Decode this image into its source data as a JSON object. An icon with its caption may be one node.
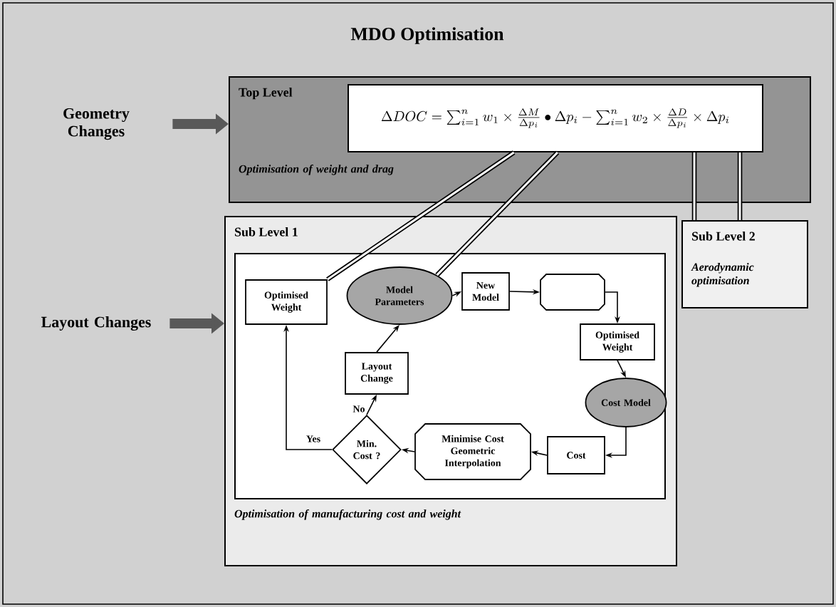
{
  "diagram": {
    "title": "MDO Optimisation",
    "nodes": [
      {
        "text": [
          "Geometry Changes"
        ]
      },
      {
        "text": [
          "Layout Changes"
        ]
      },
      {
        "text": [
          "Top Level",
          "Optimisation of weight and drag"
        ]
      },
      {
        "text": [
          "\\Delta DOC = \\sum_{i=1}^{n} w_1 \\times \\frac{\\Delta M}{\\Delta p_i} \\bullet \\Delta p_i - \\sum_{i=1}^{n} w_2 \\times \\frac{\\Delta D}{\\Delta p_i} \\times \\Delta p_i"
        ],
        "in": 2
      },
      {
        "text": [
          "Sub Level 1",
          "Optimisation of manufacturing cost and weight"
        ]
      },
      {
        "text": [
          "Sub Level 2",
          "Aerodynamic optimisation"
        ]
      },
      {
        "text": [
          "Optimised Weight"
        ],
        "in": 4
      },
      {
        "text": [
          "Model Parameters"
        ],
        "in": 4
      },
      {
        "text": [
          "New Model"
        ],
        "in": 4
      },
      {
        "text": [],
        "shape": "octagon",
        "in": 4
      },
      {
        "text": [
          "Optimised Weight"
        ],
        "in": 4
      },
      {
        "text": [
          "Cost Model"
        ],
        "in": 4
      },
      {
        "text": [
          "Cost"
        ],
        "in": 4
      },
      {
        "text": [
          "Minimise Cost Geometric Interpolation"
        ],
        "in": 4
      },
      {
        "text": [
          "Min. Cost ?"
        ],
        "in": 4
      },
      {
        "text": [
          "Layout Change"
        ],
        "in": 4
      }
    ],
    "edges": [
      {
        "from": 0,
        "to": 2,
        "arrow": "to",
        "style": "thick"
      },
      {
        "from": 1,
        "to": 4,
        "arrow": "to",
        "style": "thick"
      },
      {
        "from": 3,
        "to": 6,
        "arrow": "none",
        "style": "thick"
      },
      {
        "from": 3,
        "to": 7,
        "arrow": "none",
        "style": "thick"
      },
      {
        "from": 3,
        "to": 5,
        "arrow": "none",
        "style": "thick"
      },
      {
        "from": 3,
        "to": 5,
        "arrow": "none",
        "style": "thick"
      },
      {
        "from": 7,
        "to": 8,
        "arrow": "to"
      },
      {
        "from": 8,
        "to": 9,
        "arrow": "to"
      },
      {
        "from": 9,
        "to": 10,
        "arrow": "to"
      },
      {
        "from": 10,
        "to": 11,
        "arrow": "to"
      },
      {
        "from": 11,
        "to": 12,
        "arrow": "to"
      },
      {
        "from": 12,
        "to": 13,
        "arrow": "to"
      },
      {
        "from": 13,
        "to": 14,
        "arrow": "to"
      },
      {
        "from": 14,
        "to": 15,
        "arrow": "to",
        "label": "No"
      },
      {
        "from": 15,
        "to": 7,
        "arrow": "to"
      },
      {
        "from": 14,
        "to": 6,
        "arrow": "to",
        "label": "Yes"
      }
    ]
  }
}
